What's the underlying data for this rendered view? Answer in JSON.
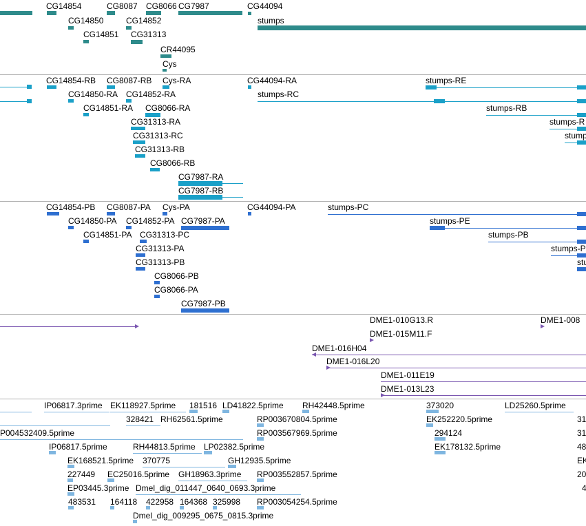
{
  "colors": {
    "gene": "#2e8b8b",
    "transcript": "#1aa0c8",
    "protein": "#2e6fd0",
    "clone": "#7a56b0",
    "est": "#7fb6e0"
  },
  "tracks": {
    "genes": [
      "CG14854",
      "CG8087",
      "CG8066",
      "CG7987",
      "CG44094",
      "CG14850",
      "CG14852",
      "stumps",
      "CG14851",
      "CG31313",
      "CR44095",
      "Cys"
    ],
    "transcripts": [
      "CG14854-RB",
      "CG8087-RB",
      "Cys-RA",
      "CG44094-RA",
      "stumps-RE",
      "CG14850-RA",
      "CG14852-RA",
      "stumps-RC",
      "CG14851-RA",
      "CG8066-RA",
      "stumps-RB",
      "CG31313-RA",
      "stumps-R",
      "CG31313-RC",
      "stump",
      "CG31313-RB",
      "CG8066-RB",
      "CG7987-RA",
      "CG7987-RB"
    ],
    "proteins": [
      "CG14854-PB",
      "CG8087-PA",
      "Cys-PA",
      "CG44094-PA",
      "stumps-PC",
      "CG14850-PA",
      "CG14852-PA",
      "CG7987-PA",
      "stumps-PE",
      "CG14851-PA",
      "CG31313-PC",
      "stumps-PB",
      "CG31313-PA",
      "stumps-P",
      "CG31313-PB",
      "stu",
      "CG8066-PB",
      "CG8066-PA",
      "CG7987-PB"
    ],
    "clones": [
      "DME1-010G13.R",
      "DME1-008",
      "DME1-015M11.F",
      "DME1-016H04",
      "DME1-016L20",
      "DME1-011E19",
      "DME1-013L23"
    ],
    "ests": [
      "IP06817.3prime",
      "EK118927.5prime",
      "181516",
      "LD41822.5prime",
      "RH42448.5prime",
      "373020",
      "LD25260.5prime",
      "31",
      "328421",
      "RH62561.5prime",
      "RP003670804.5prime",
      "EK252220.5prime",
      "31",
      "P004532409.5prime",
      "RP003567969.5prime",
      "294124",
      "IP06817.5prime",
      "RH44813.5prime",
      "LP02382.5prime",
      "EK178132.5prime",
      "48",
      "EK168521.5prime",
      "370775",
      "GH12935.5prime",
      "EK",
      "227449",
      "EC25016.5prime",
      "GH18963.3prime",
      "RP003552857.5prime",
      "20",
      "EP03445.3prime",
      "Dmel_dig_011447_0640_0693.3prime",
      "4",
      "483531",
      "164118",
      "422958",
      "164368",
      "325998",
      "RP003054254.5prime",
      "Dmel_dig_009295_0675_0815.3prime"
    ]
  }
}
